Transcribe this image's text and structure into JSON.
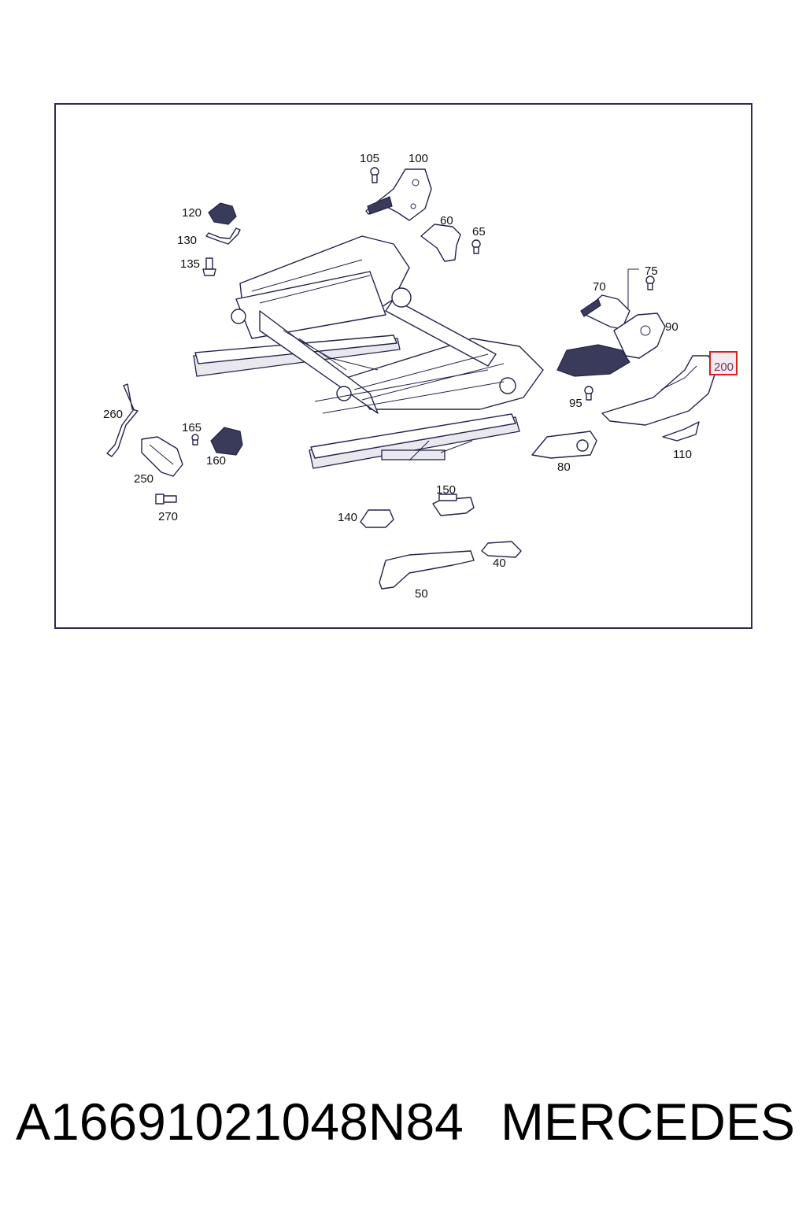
{
  "callouts": {
    "c105": "105",
    "c100": "100",
    "c120": "120",
    "c130": "130",
    "c135": "135",
    "c60": "60",
    "c65": "65",
    "c75": "75",
    "c70": "70",
    "c90": "90",
    "c200": "200",
    "c95": "95",
    "c260": "260",
    "c165": "165",
    "c160": "160",
    "c250": "250",
    "c270": "270",
    "c80": "80",
    "c110": "110",
    "c150": "150",
    "c140": "140",
    "c40": "40",
    "c50": "50"
  },
  "highlighted_callout": "200",
  "colors": {
    "frame": "#2b2b55",
    "highlight": "#d62020",
    "ink": "#23234a"
  },
  "footer": {
    "part_number": "A16691021048N84",
    "brand": "MERCEDES"
  }
}
